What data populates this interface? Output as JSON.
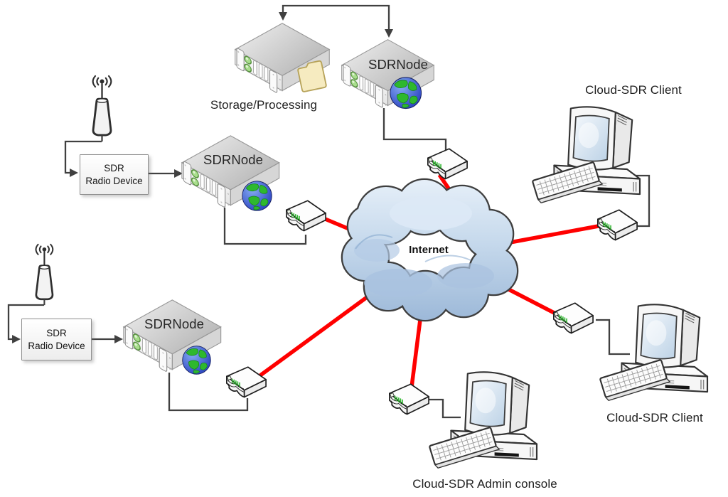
{
  "diagram": {
    "labels": {
      "storage": "Storage/Processing",
      "sdrnode": "SDRNode",
      "internet": "Internet",
      "client_top": "Cloud-SDR Client",
      "client_bottom": "Cloud-SDR Client",
      "admin_console": "Cloud-SDR Admin console"
    },
    "radio_device": {
      "line1": "SDR",
      "line2": "Radio Device"
    },
    "colors": {
      "link_red": "#ff0000",
      "wire_gray": "#404040",
      "cloud_stroke": "#3f3f3f",
      "cloud_fill_light": "#e7f0f9",
      "cloud_fill_dark": "#9cb8d8",
      "server_led_green": "#a9de8d",
      "router_led_green": "#2eb52e",
      "globe_ocean": "#1b2fb8",
      "globe_land": "#2eb82e",
      "folder_tan": "#f6ebc0"
    },
    "icons": {
      "server": "rack-server-icon",
      "router": "modem-router-icon",
      "computer": "desktop-computer-icon",
      "antenna": "antenna-icon",
      "globe": "globe-icon",
      "folder": "folder-icon",
      "cloud": "internet-cloud-shape"
    }
  }
}
